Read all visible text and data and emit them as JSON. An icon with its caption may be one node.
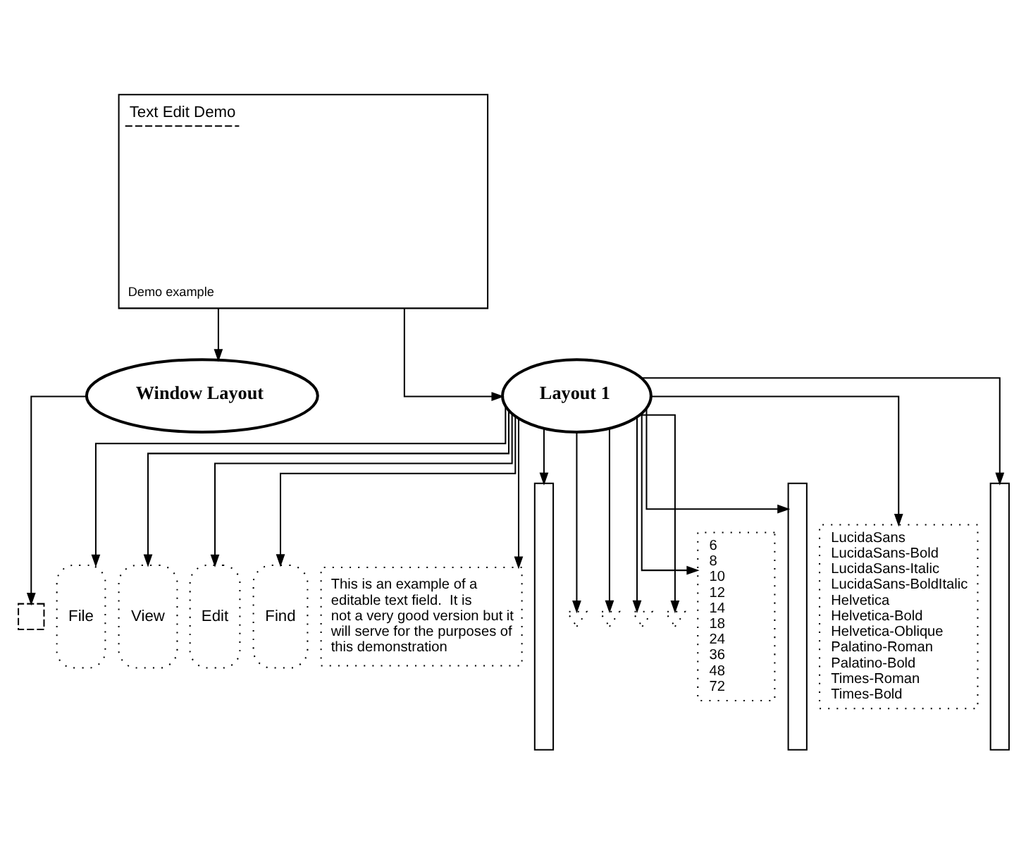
{
  "diagram": {
    "nodes": [
      {
        "text": [
          "Text Edit Demo",
          "Demo example"
        ]
      },
      {
        "text": [
          "Window Layout"
        ]
      },
      {
        "text": [
          "Layout 1"
        ]
      },
      {
        "text": [],
        "shape": "box"
      },
      {
        "text": [
          "File"
        ]
      },
      {
        "text": [
          "View"
        ]
      },
      {
        "text": [
          "Edit"
        ]
      },
      {
        "text": [
          "Find"
        ]
      },
      {
        "text": [
          "This is an example of a editable text field.  It is not a very good version but it will serve for the purposes of this demonstration"
        ]
      },
      {
        "text": [],
        "shape": "bar"
      },
      {
        "text": [],
        "shape": "picture"
      },
      {
        "text": [],
        "shape": "picture"
      },
      {
        "text": [],
        "shape": "picture"
      },
      {
        "text": [],
        "shape": "picture"
      },
      {
        "text": [
          "6",
          "8",
          "10",
          "12",
          "14",
          "18",
          "24",
          "36",
          "48",
          "72"
        ]
      },
      {
        "text": [],
        "shape": "bar"
      },
      {
        "text": [
          "LucidaSans",
          "LucidaSans-Bold",
          "LucidaSans-Italic",
          "LucidaSans-BoldItalic",
          "Helvetica",
          "Helvetica-Bold",
          "Helvetica-Oblique",
          "Palatino-Roman",
          "Palatino-Bold",
          "Times-Roman",
          "Times-Bold"
        ]
      },
      {
        "text": [],
        "shape": "bar"
      }
    ],
    "edges": [
      {
        "from": 0,
        "to": 1,
        "arrow": "to"
      },
      {
        "from": 0,
        "to": 2,
        "arrow": "to"
      },
      {
        "from": 1,
        "to": 3,
        "arrow": "to"
      },
      {
        "from": 2,
        "to": 4,
        "arrow": "to"
      },
      {
        "from": 2,
        "to": 5,
        "arrow": "to"
      },
      {
        "from": 2,
        "to": 6,
        "arrow": "to"
      },
      {
        "from": 2,
        "to": 7,
        "arrow": "to"
      },
      {
        "from": 2,
        "to": 8,
        "arrow": "to"
      },
      {
        "from": 2,
        "to": 9,
        "arrow": "to"
      },
      {
        "from": 2,
        "to": 10,
        "arrow": "to"
      },
      {
        "from": 2,
        "to": 11,
        "arrow": "to"
      },
      {
        "from": 2,
        "to": 12,
        "arrow": "to"
      },
      {
        "from": 2,
        "to": 13,
        "arrow": "to"
      },
      {
        "from": 2,
        "to": 14,
        "arrow": "to"
      },
      {
        "from": 2,
        "to": 15,
        "arrow": "to"
      },
      {
        "from": 2,
        "to": 16,
        "arrow": "to"
      },
      {
        "from": 2,
        "to": 17,
        "arrow": "to"
      }
    ]
  }
}
